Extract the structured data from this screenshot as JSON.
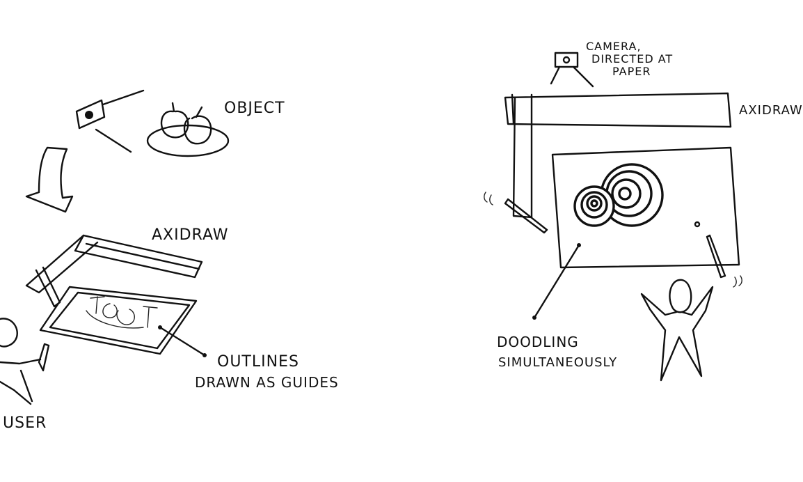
{
  "left_panel": {
    "object_label": "OBJECT",
    "axidraw_label": "AXIDRAW",
    "outlines_label_line1": "OUTLINES",
    "outlines_label_line2": "DRAWN AS GUIDES",
    "user_label": "USER"
  },
  "right_panel": {
    "camera_label_line1": "CAMERA,",
    "camera_label_line2": "DIRECTED AT",
    "camera_label_line3": "PAPER",
    "axidraw_label": "AXIDRAW",
    "doodling_label_line1": "DOODLING",
    "doodling_label_line2": "SIMULTANEOUSLY"
  },
  "colors": {
    "ink": "#111111",
    "paper": "#ffffff"
  }
}
